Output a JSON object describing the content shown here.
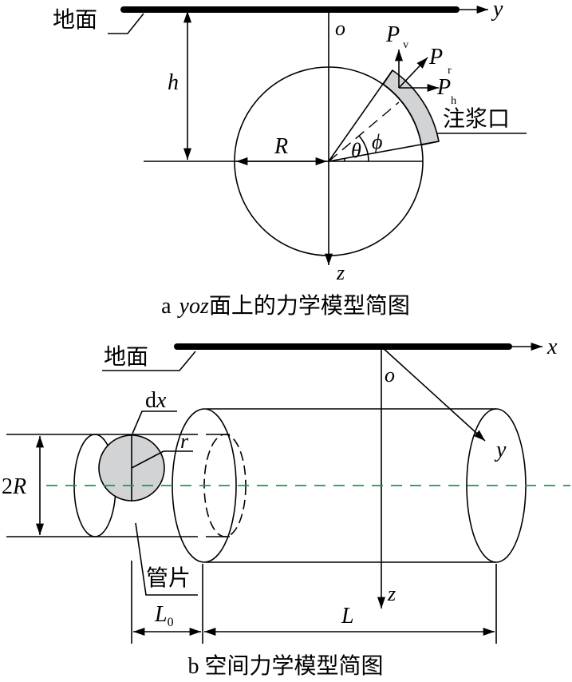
{
  "panel_a": {
    "ground_label": "地面",
    "axis_y": "y",
    "axis_z": "z",
    "origin": "o",
    "h": "h",
    "R": "R",
    "theta": "θ",
    "phi": "ϕ",
    "Pv": "P",
    "Pv_sub": "v",
    "Pr": "P",
    "Pr_sub": "r",
    "Ph": "P",
    "Ph_sub": "h",
    "grout_label": "注浆口",
    "caption_prefix": "a",
    "caption_italic": "yoz",
    "caption_rest": "面上的力学模型简图"
  },
  "panel_b": {
    "ground_label": "地面",
    "axis_x": "x",
    "axis_y": "y",
    "axis_z": "z",
    "origin": "o",
    "two_R": "2R",
    "dx": "dx",
    "r": "r",
    "segment_label": "管片",
    "L0": "L",
    "L0_sub": "0",
    "L": "L",
    "caption": "b 空间力学模型简图"
  },
  "colors": {
    "grey_fill": "#d1d3d4",
    "centerline": "#1a9a4a"
  }
}
